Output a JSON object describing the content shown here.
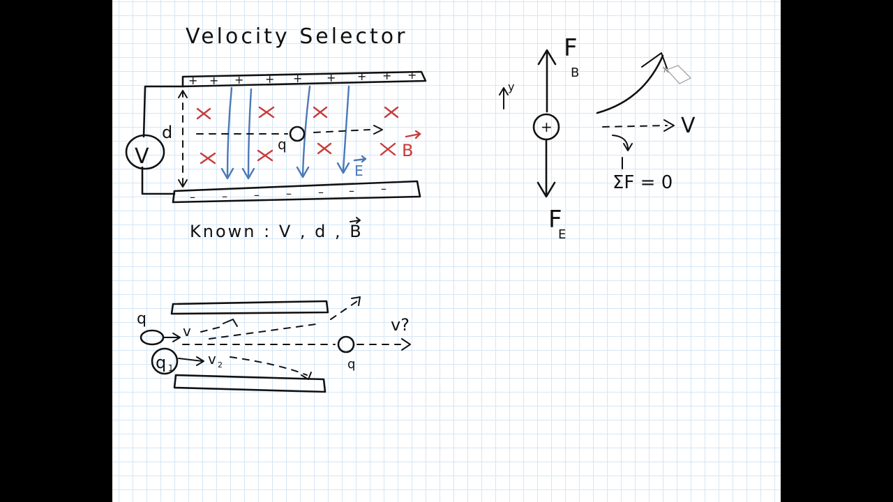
{
  "title": "Velocity Selector",
  "labels": {
    "top_plate_charge": "+",
    "bottom_plate_charge": "–",
    "separation": "d",
    "voltmeter": "V",
    "charge": "q",
    "e_field": "E",
    "b_field": "B",
    "known": "Known :  V , d , B",
    "y_axis": "y",
    "positive_charge": "+",
    "force_b_main": "F",
    "force_b_sub": "B",
    "force_e_main": "F",
    "force_e_sub": "E",
    "velocity": "V",
    "net_force": "ΣF = 0",
    "lower_q_top": "q",
    "lower_v": "v",
    "lower_q1": "q",
    "lower_q1_sub": "1",
    "lower_v2": "v",
    "lower_v2_sub": "2",
    "lower_q_exit": "q",
    "lower_v_question": "v?"
  },
  "colors": {
    "paper": "#ffffff",
    "grid": "#d4e6f5",
    "ink": "#111111",
    "e_field": "#4a78b8",
    "b_field": "#c83a3a",
    "background": "#000000"
  }
}
